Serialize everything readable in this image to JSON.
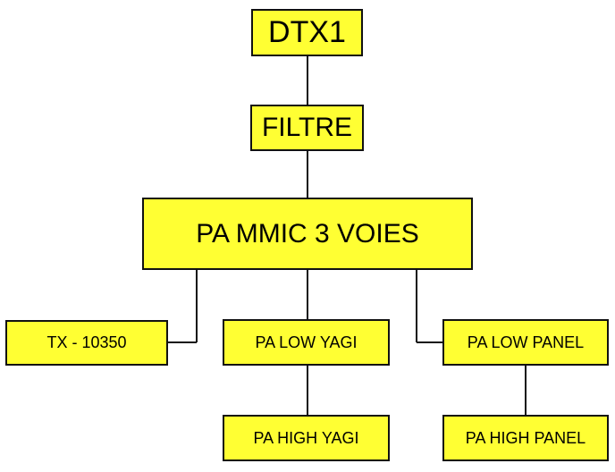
{
  "diagram": {
    "nodes": {
      "dtx1": "DTX1",
      "filtre": "FILTRE",
      "pa_mmic": "PA MMIC 3 VOIES",
      "tx": "TX - 10350",
      "pa_low_yagi": "PA LOW YAGI",
      "pa_high_yagi": "PA HIGH YAGI",
      "pa_low_panel": "PA LOW PANEL",
      "pa_high_panel": "PA HIGH PANEL"
    },
    "edges": [
      [
        "DTX1",
        "FILTRE"
      ],
      [
        "FILTRE",
        "PA MMIC 3 VOIES"
      ],
      [
        "PA MMIC 3 VOIES",
        "TX - 10350"
      ],
      [
        "PA MMIC 3 VOIES",
        "PA LOW YAGI"
      ],
      [
        "PA MMIC 3 VOIES",
        "PA LOW PANEL"
      ],
      [
        "PA LOW YAGI",
        "PA HIGH YAGI"
      ],
      [
        "PA LOW PANEL",
        "PA HIGH PANEL"
      ]
    ],
    "colors": {
      "box_fill": "#ffff33",
      "box_border": "#111111",
      "line": "#111111"
    }
  }
}
